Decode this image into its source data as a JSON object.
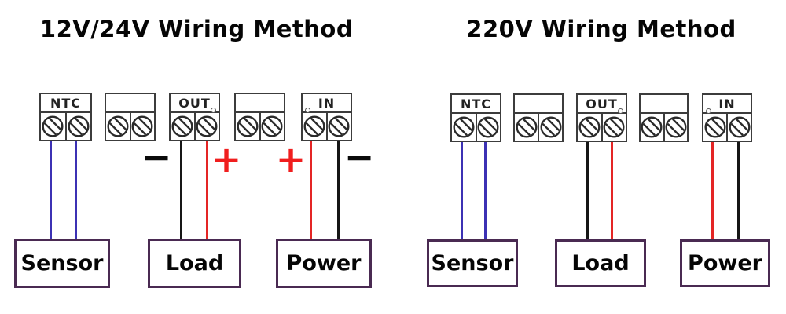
{
  "colors": {
    "wire_blue": "#3c31b4",
    "wire_red": "#e42525",
    "wire_black": "#161616",
    "plus_red": "#f01e1e",
    "box_border": "#4a2a52",
    "block_border": "#3c3c3c",
    "screw_stroke": "#2a2a2a"
  },
  "left": {
    "title": "12V/24V Wiring Method",
    "terminals": {
      "ntc": "NTC",
      "out": "OUT",
      "in": "IN"
    },
    "polarity": {
      "load_minus": "−",
      "load_plus": "+",
      "power_plus": "+",
      "power_minus": "−"
    },
    "boxes": {
      "sensor": "Sensor",
      "load": "Load",
      "power": "Power"
    },
    "wire_colors": {
      "sensor": [
        "blue",
        "blue"
      ],
      "load": [
        "black",
        "red"
      ],
      "power": [
        "red",
        "black"
      ]
    }
  },
  "right": {
    "title": "220V Wiring Method",
    "terminals": {
      "ntc": "NTC",
      "out": "OUT",
      "in": "IN"
    },
    "boxes": {
      "sensor": "Sensor",
      "load": "Load",
      "power": "Power"
    },
    "wire_colors": {
      "sensor": [
        "blue",
        "blue"
      ],
      "load": [
        "black",
        "red"
      ],
      "power": [
        "red",
        "black"
      ]
    }
  }
}
